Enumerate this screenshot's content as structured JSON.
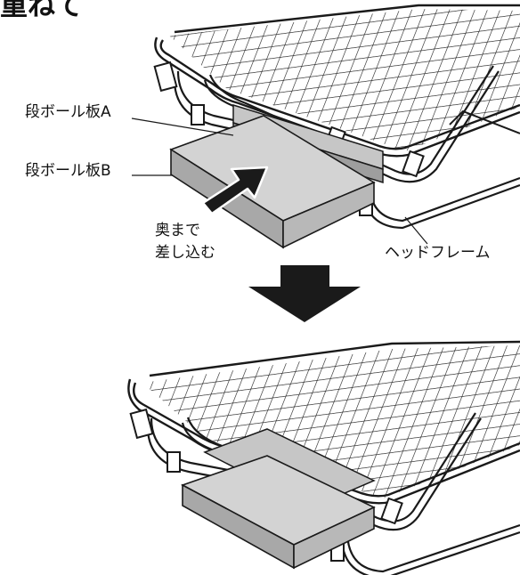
{
  "heading": "重ねて",
  "labels": {
    "board_a": "段ボール板A",
    "board_b": "段ボール板B",
    "push_line1": "奥まで",
    "push_line2": "差し込む",
    "head_frame": "ヘッドフレーム"
  },
  "colors": {
    "board_top": "#d3d3d3",
    "board_side": "#a8a8a8",
    "board_a": "#c6c6c6",
    "line": "#1a1a1a",
    "arrow": "#1a1a1a"
  },
  "icons": [
    "insert-arrow-icon",
    "down-arrow-icon"
  ]
}
